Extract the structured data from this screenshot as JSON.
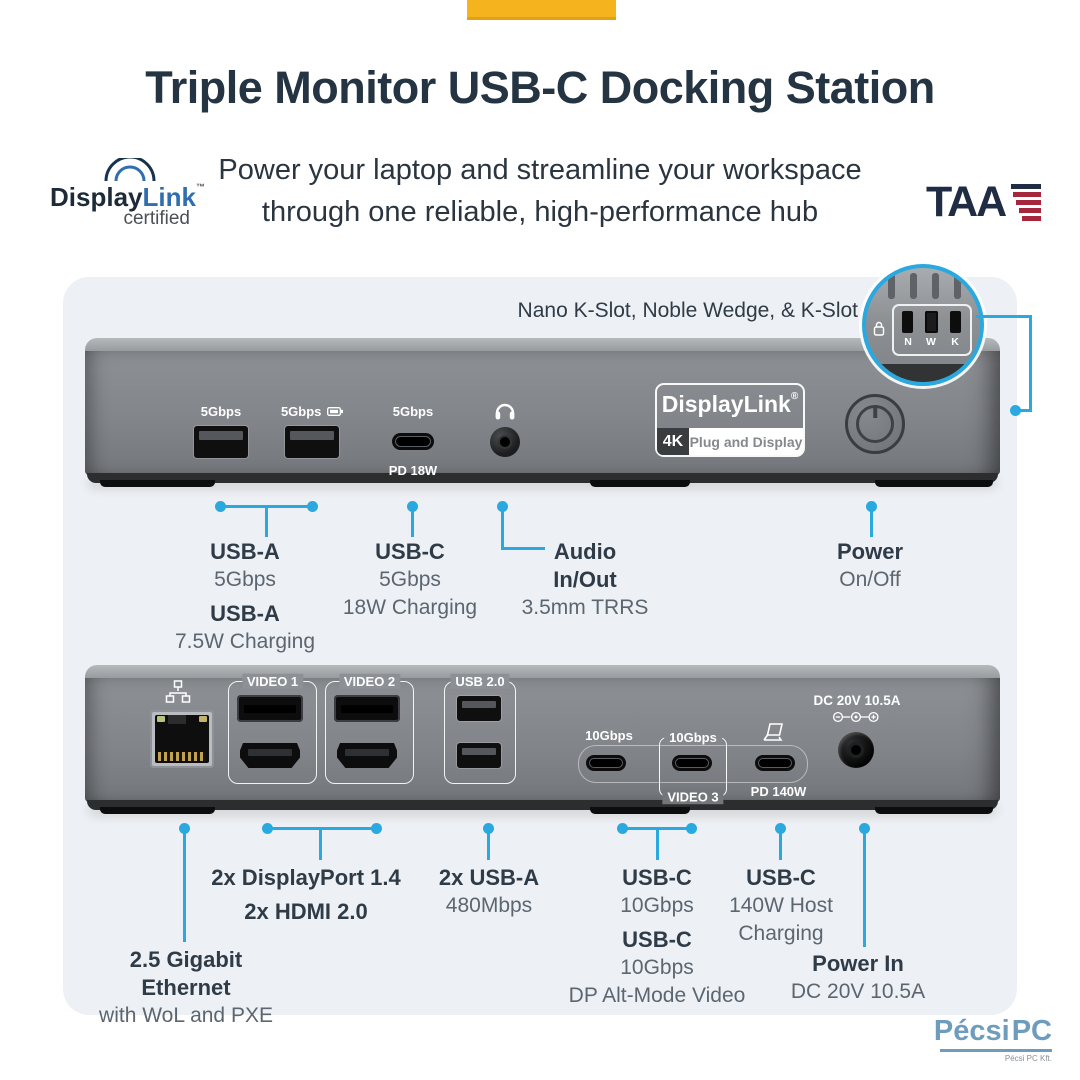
{
  "colors": {
    "accent_cyan": "#29A9E0",
    "brand_yellow": "#F5B41E",
    "navy": "#243442",
    "label_navy": "#2F3B47",
    "gray_text": "#5C6670",
    "panel_bg": "#EDF0F4"
  },
  "header": {
    "title": "Triple Monitor USB-C Docking Station",
    "subtitle1": "Power your laptop and streamline your workspace",
    "subtitle2": "through one reliable, high-performance hub",
    "displaylink": {
      "display": "Display",
      "link": "Link",
      "tm": "™",
      "certified": "certified"
    },
    "taa": "TAA"
  },
  "kslot": {
    "note": "Nano K-Slot, Noble Wedge, & K-Slot",
    "n": "N",
    "w": "W",
    "k": "K"
  },
  "front": {
    "usba1_label": "5Gbps",
    "usba2_label": "5Gbps",
    "usbc_label": "5Gbps",
    "usbc_sub": "PD 18W",
    "badge": {
      "brand": "DisplayLink",
      "reg": "®",
      "fourk": "4K",
      "tag": "Plug and Display"
    }
  },
  "front_callouts": {
    "usba": {
      "t1": "USB-A",
      "s1": "5Gbps",
      "t2": "USB-A",
      "s2": "7.5W Charging"
    },
    "usbc": {
      "t1": "USB-C",
      "s1": "5Gbps",
      "s2": "18W Charging"
    },
    "audio": {
      "t1": "Audio",
      "t2": "In/Out",
      "s1": "3.5mm TRRS"
    },
    "power": {
      "t1": "Power",
      "s1": "On/Off"
    }
  },
  "back": {
    "video1": "VIDEO 1",
    "video2": "VIDEO 2",
    "usb20": "USB 2.0",
    "tengbps1": "10Gbps",
    "tengbps2": "10Gbps",
    "video3": "VIDEO 3",
    "pd140": "PD 140W",
    "dc": "DC 20V 10.5A"
  },
  "back_callouts": {
    "ethernet": {
      "t1": "2.5 Gigabit Ethernet",
      "s1": "with WoL and PXE"
    },
    "video": {
      "t1": "2x DisplayPort 1.4",
      "t2": "2x HDMI 2.0"
    },
    "usba": {
      "t1": "2x USB-A",
      "s1": "480Mbps"
    },
    "usbc_video": {
      "t1": "USB-C",
      "s1": "10Gbps",
      "t2": "USB-C",
      "s2": "10Gbps",
      "s3": "DP Alt-Mode Video"
    },
    "usbc_host": {
      "t1": "USB-C",
      "s1": "140W Host",
      "s2": "Charging"
    },
    "power": {
      "t1": "Power In",
      "s1": "DC 20V 10.5A"
    }
  },
  "watermark": {
    "p1": "Pécsi",
    "p2": "PC",
    "sub": "Pécsi PC Kft."
  }
}
